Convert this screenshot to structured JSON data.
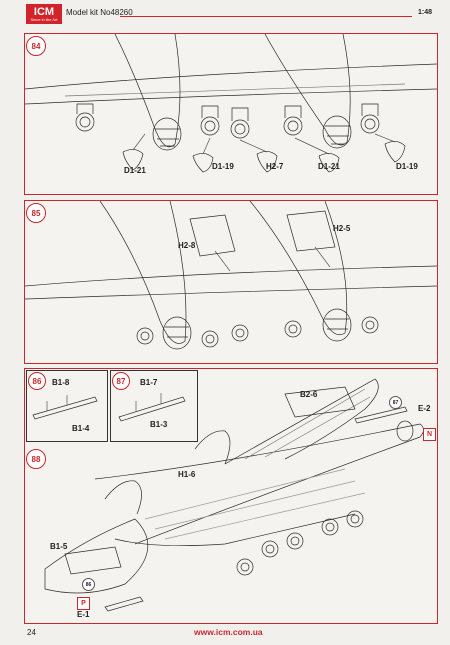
{
  "header": {
    "logo_text": "ICM",
    "logo_tagline": "Since in the Art",
    "model_kit": "Model kit No48260",
    "scale": "1:48"
  },
  "steps": {
    "s84": {
      "number": "84",
      "labels": [
        "D1-21",
        "D1-19",
        "H2-7",
        "D1-21",
        "D1-19"
      ]
    },
    "s85": {
      "number": "85",
      "labels": [
        "H2-8",
        "H2-5"
      ]
    },
    "s86": {
      "number": "86",
      "labels": [
        "B1-8",
        "B1-4"
      ]
    },
    "s87": {
      "number": "87",
      "labels": [
        "B1-7",
        "B1-3"
      ]
    },
    "s88": {
      "number": "88",
      "labels": {
        "b2_6": "B2-6",
        "e2": "E-2",
        "h1_6": "H1-6",
        "b1_5": "B1-5",
        "e1": "E-1"
      },
      "ref_86": "86",
      "ref_87": "87",
      "flag_n": "N",
      "flag_p": "P"
    }
  },
  "footer": {
    "page_number": "24",
    "url": "www.icm.com.ua"
  },
  "colors": {
    "accent": "#c9272d",
    "line": "#2a2a2a"
  }
}
